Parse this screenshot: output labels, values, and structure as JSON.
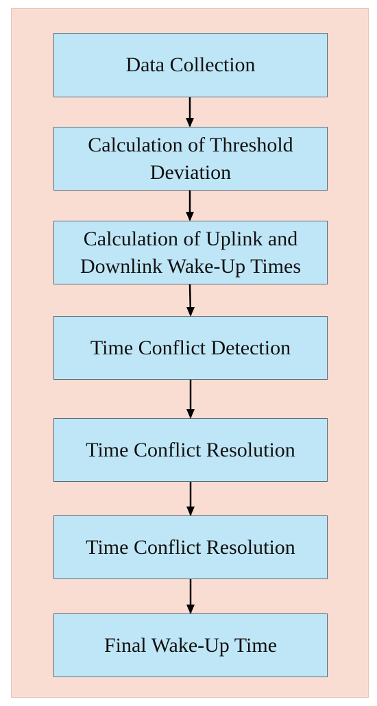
{
  "diagram": {
    "steps": [
      {
        "line1": "Data Collection",
        "line2": ""
      },
      {
        "line1": "Calculation of Threshold",
        "line2": "Deviation"
      },
      {
        "line1": "Calculation of Uplink and",
        "line2": "Downlink Wake-Up Times"
      },
      {
        "line1": "Time Conflict Detection",
        "line2": ""
      },
      {
        "line1": "Time Conflict Resolution",
        "line2": ""
      },
      {
        "line1": "Time Conflict Resolution",
        "line2": ""
      },
      {
        "line1": "Final Wake-Up Time",
        "line2": ""
      }
    ],
    "colors": {
      "background": "#f9ddd2",
      "box_fill": "#bfe6f6",
      "box_border": "#5a6b78",
      "arrow": "#000000"
    }
  }
}
